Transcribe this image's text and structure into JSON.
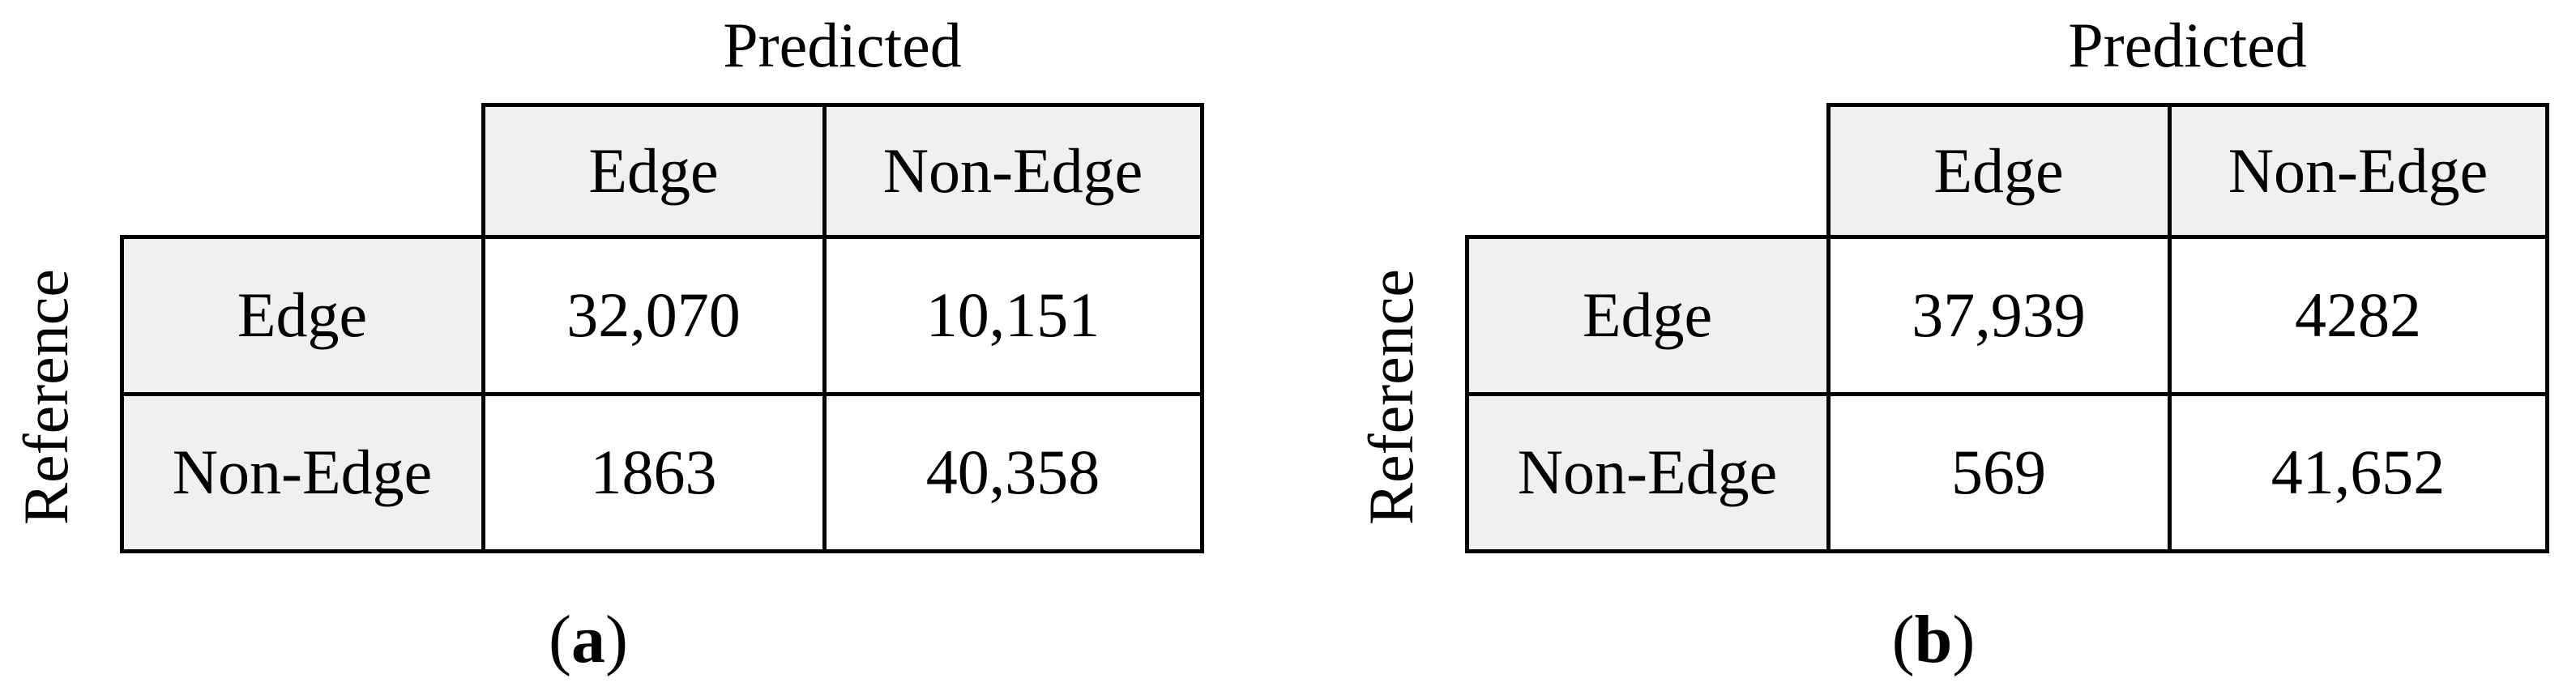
{
  "figure": {
    "panels": [
      {
        "id": "a",
        "predicted_label": "Predicted",
        "reference_label": "Reference",
        "col_headers": [
          "Edge",
          "Non-Edge"
        ],
        "row_headers": [
          "Edge",
          "Non-Edge"
        ],
        "values": [
          [
            "32,070",
            "10,151"
          ],
          [
            "1863",
            "40,358"
          ]
        ],
        "caption": {
          "open": "(",
          "letter": "a",
          "close": ")"
        }
      },
      {
        "id": "b",
        "predicted_label": "Predicted",
        "reference_label": "Reference",
        "col_headers": [
          "Edge",
          "Non-Edge"
        ],
        "row_headers": [
          "Edge",
          "Non-Edge"
        ],
        "values": [
          [
            "37,939",
            "4282"
          ],
          [
            "569",
            "41,652"
          ]
        ],
        "caption": {
          "open": "(",
          "letter": "b",
          "close": ")"
        }
      }
    ]
  },
  "colors": {
    "header_bg": "#f0f0f0",
    "border": "#000000",
    "text": "#000000",
    "background": "#ffffff"
  }
}
